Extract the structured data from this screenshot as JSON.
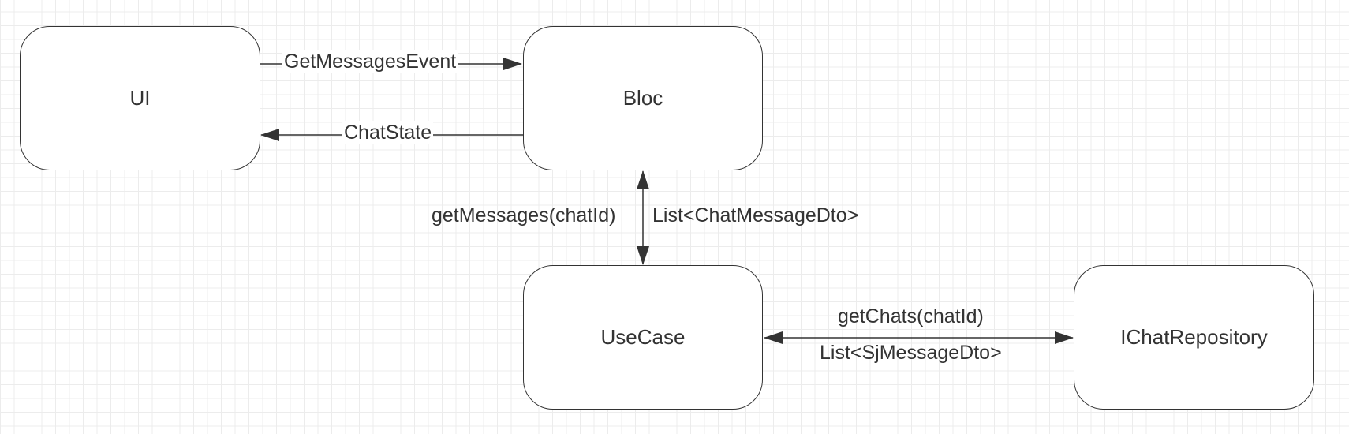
{
  "nodes": {
    "ui": "UI",
    "bloc": "Bloc",
    "usecase": "UseCase",
    "repository": "IChatRepository"
  },
  "edges": {
    "ui_to_bloc": "GetMessagesEvent",
    "bloc_to_ui": "ChatState",
    "bloc_usecase_request": "getMessages(chatId)",
    "bloc_usecase_response": "List<ChatMessageDto>",
    "usecase_repo_request": "getChats(chatId)",
    "usecase_repo_response": "List<SjMessageDto>"
  },
  "colors": {
    "stroke": "#333333",
    "grid": "#dcdcdc",
    "background": "#ffffff"
  }
}
